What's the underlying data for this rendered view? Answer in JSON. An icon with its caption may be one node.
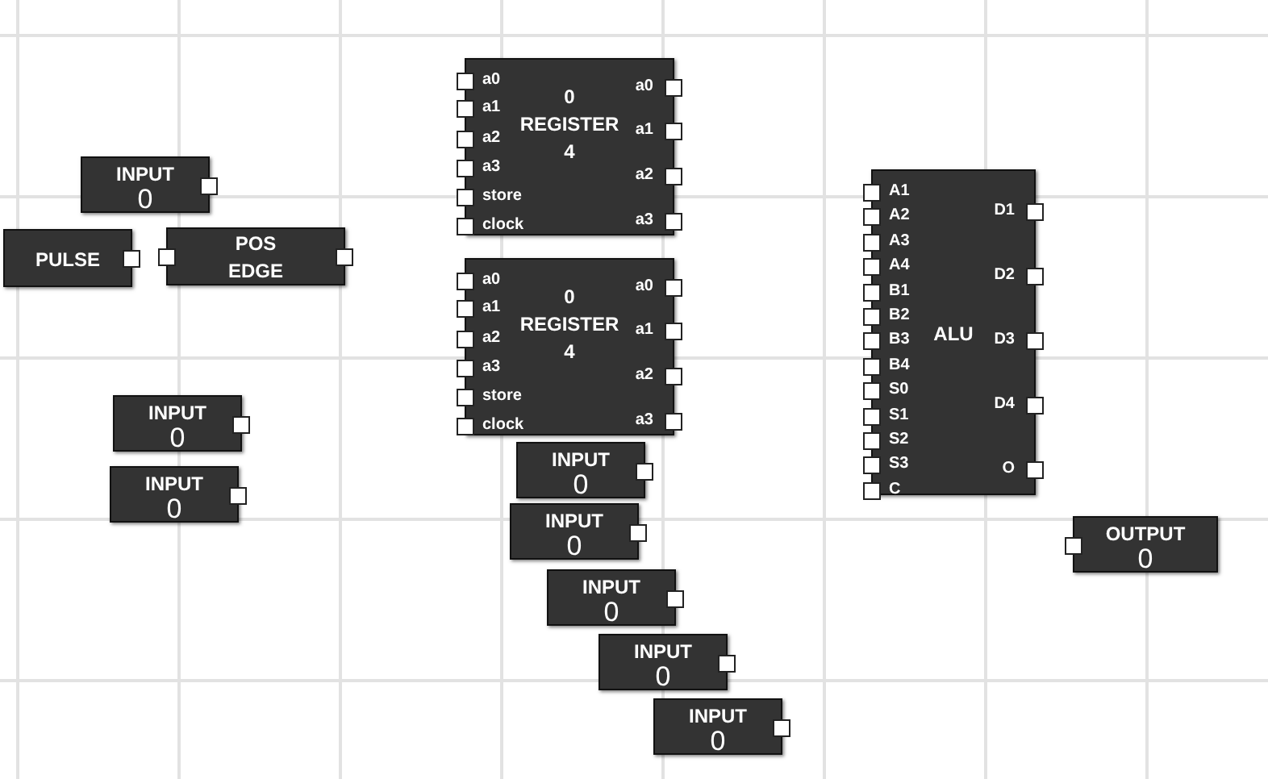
{
  "diagram": {
    "nodes": [
      {
        "text": [
          "0",
          "REGISTER",
          "4",
          "a0",
          "a1",
          "a2",
          "a3",
          "store",
          "clock",
          "a0",
          "a1",
          "a2",
          "a3"
        ]
      },
      {
        "text": [
          "INPUT",
          "0"
        ]
      },
      {
        "text": [
          "ALU",
          "A1",
          "A2",
          "A3",
          "A4",
          "B1",
          "B2",
          "B3",
          "B4",
          "S0",
          "S1",
          "S2",
          "S3",
          "C",
          "D1",
          "D2",
          "D3",
          "D4",
          "O"
        ]
      },
      {
        "text": [
          "PULSE"
        ]
      },
      {
        "text": [
          "POS EDGE"
        ]
      },
      {
        "text": [
          "0",
          "REGISTER",
          "4",
          "a0",
          "a1",
          "a2",
          "a3",
          "store",
          "clock",
          "a0",
          "a1",
          "a2",
          "a3"
        ]
      },
      {
        "text": [
          "INPUT",
          "0"
        ]
      },
      {
        "text": [
          "INPUT",
          "0"
        ]
      },
      {
        "text": [
          "INPUT",
          "0"
        ]
      },
      {
        "text": [
          "OUTPUT",
          "0"
        ]
      },
      {
        "text": [
          "INPUT",
          "0"
        ]
      },
      {
        "text": [
          "INPUT",
          "0"
        ]
      },
      {
        "text": [
          "INPUT",
          "0"
        ]
      },
      {
        "text": [
          "INPUT",
          "0"
        ]
      }
    ]
  }
}
